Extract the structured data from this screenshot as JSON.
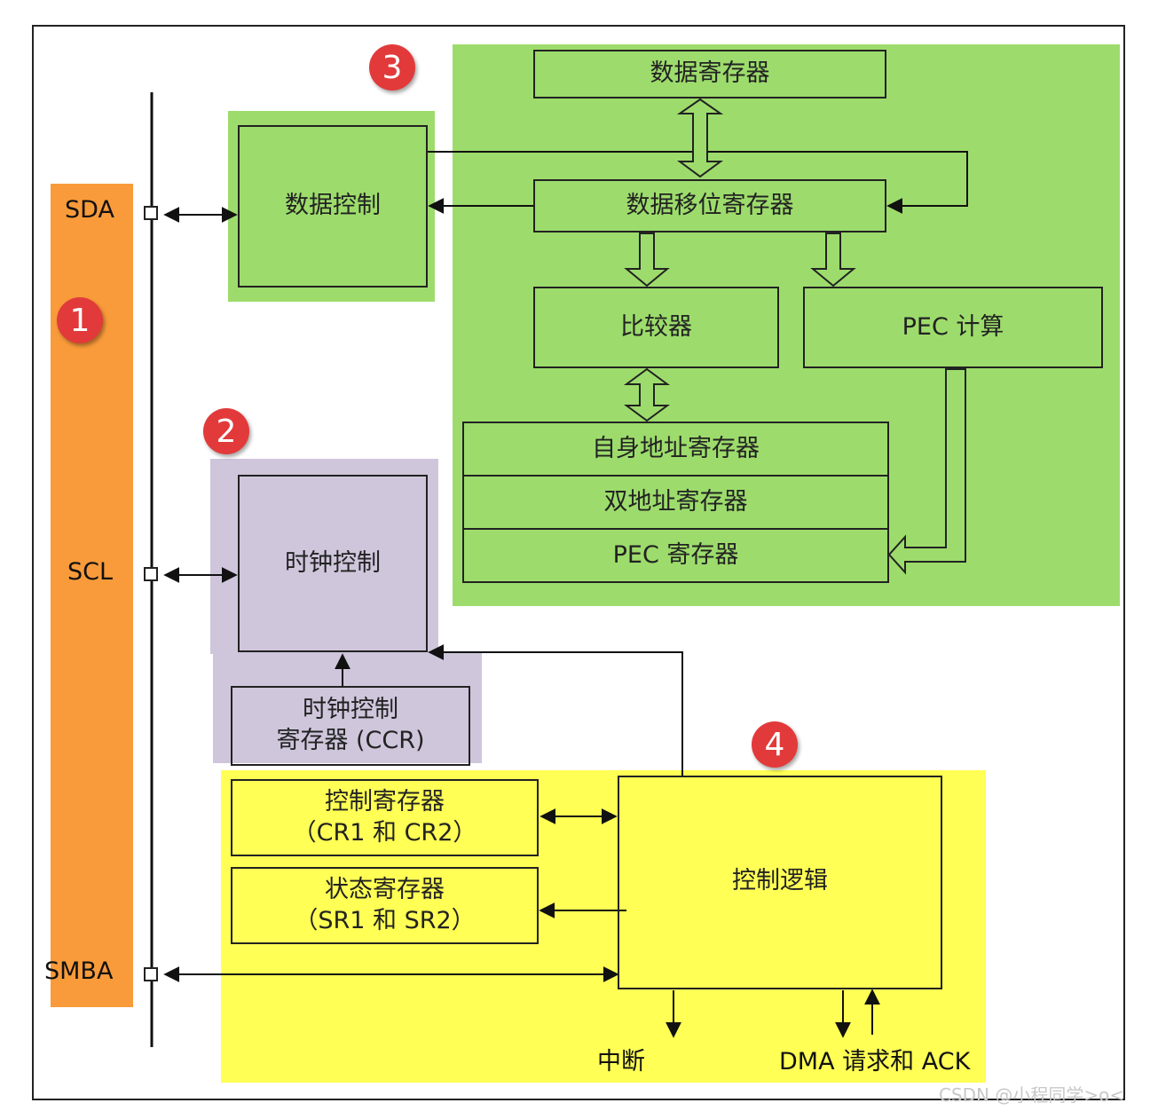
{
  "pins": {
    "sda": "SDA",
    "scl": "SCL",
    "smba": "SMBA"
  },
  "badges": {
    "b1": "1",
    "b2": "2",
    "b3": "3",
    "b4": "4"
  },
  "blocks": {
    "data_control": "数据控制",
    "data_register": "数据寄存器",
    "data_shift_register": "数据移位寄存器",
    "comparator": "比较器",
    "pec_calc": "PEC 计算",
    "own_address_register": "自身地址寄存器",
    "dual_address_register": "双地址寄存器",
    "pec_register": "PEC 寄存器",
    "clock_control": "时钟控制",
    "ccr_line1": "时钟控制",
    "ccr_line2": "寄存器 (CCR)",
    "control_register_line1": "控制寄存器",
    "control_register_line2": "（CR1 和 CR2）",
    "status_register_line1": "状态寄存器",
    "status_register_line2": "（SR1 和 SR2）",
    "control_logic": "控制逻辑"
  },
  "outputs": {
    "interrupt": "中断",
    "dma": "DMA 请求和 ACK"
  },
  "watermark": "CSDN @小程同学>o<",
  "colors": {
    "orange": "#f99b3a",
    "green": "#9ddc6c",
    "purple": "#cfc6dc",
    "yellow": "#ffff55",
    "badge": "#e23a3a"
  }
}
